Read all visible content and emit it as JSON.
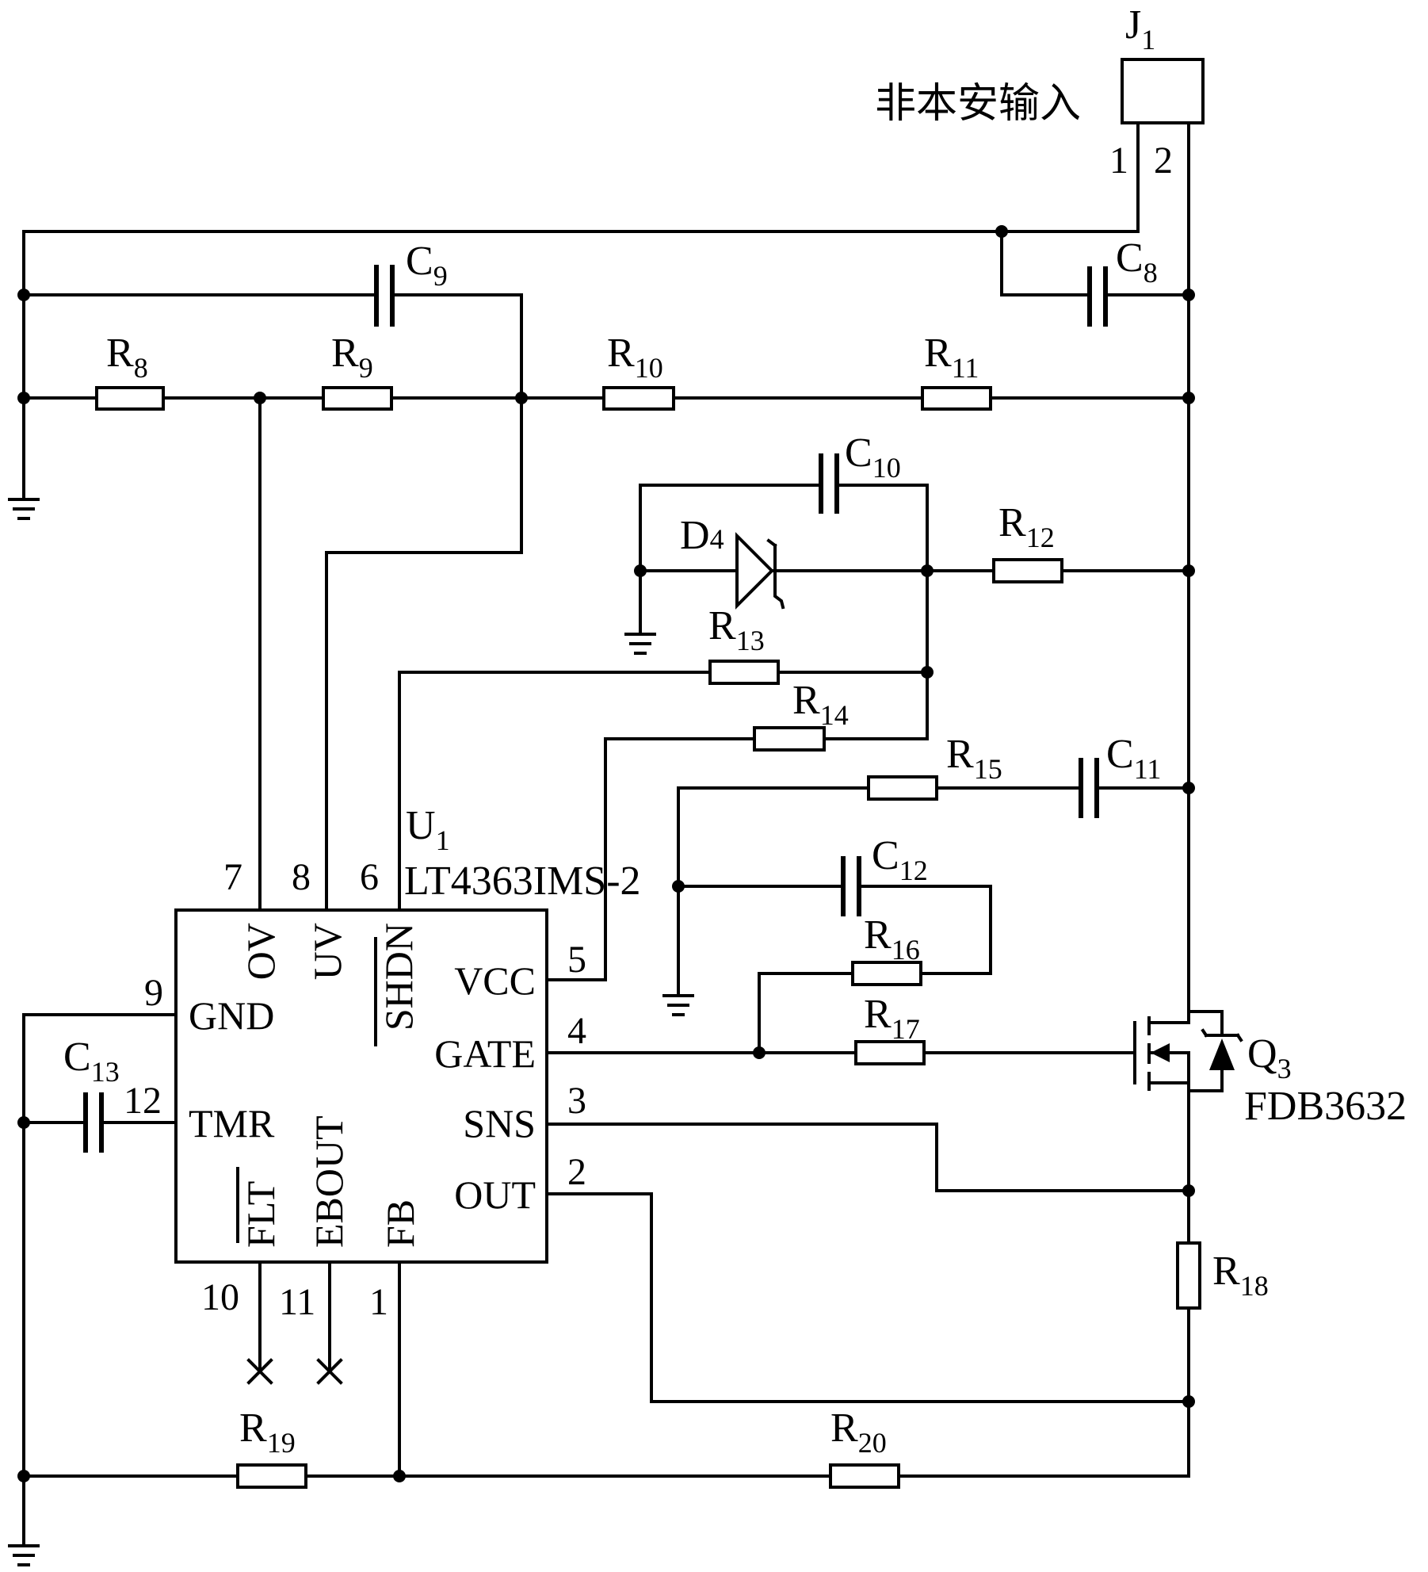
{
  "connector": {
    "ref": "J",
    "ref_sub": "1",
    "label": "非本安输入",
    "pin1": "1",
    "pin2": "2"
  },
  "ic": {
    "ref": "U",
    "ref_sub": "1",
    "part": "LT4363IMS-2",
    "pins": {
      "ov": {
        "name": "OV",
        "num": "7"
      },
      "uv": {
        "name": "UV",
        "num": "8"
      },
      "shdn": {
        "name": "SHDN",
        "num": "6"
      },
      "vcc": {
        "name": "VCC",
        "num": "5"
      },
      "gnd": {
        "name": "GND",
        "num": "9"
      },
      "gate": {
        "name": "GATE",
        "num": "4"
      },
      "tmr": {
        "name": "TMR",
        "num": "12"
      },
      "sns": {
        "name": "SNS",
        "num": "3"
      },
      "out": {
        "name": "OUT",
        "num": "2"
      },
      "flt": {
        "name": "FLT",
        "num": "10"
      },
      "ebout": {
        "name": "EBOUT",
        "num": "11"
      },
      "fb": {
        "name": "FB",
        "num": "1"
      }
    }
  },
  "mosfet": {
    "ref": "Q",
    "ref_sub": "3",
    "part": "FDB3632"
  },
  "diode": {
    "ref": "D",
    "ref_sub": "4"
  },
  "resistors": {
    "r8": {
      "ref": "R",
      "sub": "8"
    },
    "r9": {
      "ref": "R",
      "sub": "9"
    },
    "r10": {
      "ref": "R",
      "sub": "10"
    },
    "r11": {
      "ref": "R",
      "sub": "11"
    },
    "r12": {
      "ref": "R",
      "sub": "12"
    },
    "r13": {
      "ref": "R",
      "sub": "13"
    },
    "r14": {
      "ref": "R",
      "sub": "14"
    },
    "r15": {
      "ref": "R",
      "sub": "15"
    },
    "r16": {
      "ref": "R",
      "sub": "16"
    },
    "r17": {
      "ref": "R",
      "sub": "17"
    },
    "r18": {
      "ref": "R",
      "sub": "18"
    },
    "r19": {
      "ref": "R",
      "sub": "19"
    },
    "r20": {
      "ref": "R",
      "sub": "20"
    }
  },
  "capacitors": {
    "c8": {
      "ref": "C",
      "sub": "8"
    },
    "c9": {
      "ref": "C",
      "sub": "9"
    },
    "c10": {
      "ref": "C",
      "sub": "10"
    },
    "c11": {
      "ref": "C",
      "sub": "11"
    },
    "c12": {
      "ref": "C",
      "sub": "12"
    },
    "c13": {
      "ref": "C",
      "sub": "13"
    }
  }
}
